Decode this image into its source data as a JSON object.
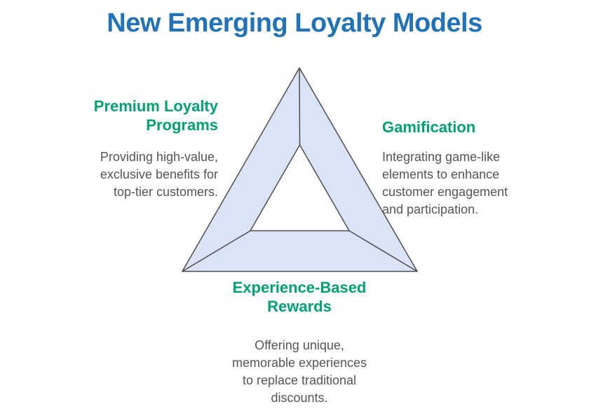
{
  "title": "New Emerging Loyalty Models",
  "colors": {
    "title": "#2173b9",
    "heading": "#00a46d",
    "body": "#555555",
    "triangle_fill": "#dbe4f7",
    "triangle_stroke": "#4d4d4d",
    "background": "#ffffff"
  },
  "sections": [
    {
      "id": "premium-loyalty-programs",
      "heading": "Premium Loyalty\nPrograms",
      "description": "Providing high-value,\nexclusive benefits for\ntop-tier customers."
    },
    {
      "id": "gamification",
      "heading": "Gamification",
      "description": "Integrating game-like\nelements to enhance\ncustomer engagement\nand participation."
    },
    {
      "id": "experience-based-rewards",
      "heading": "Experience-Based\nRewards",
      "description": "Offering unique,\nmemorable experiences\nto replace traditional\ndiscounts."
    }
  ]
}
